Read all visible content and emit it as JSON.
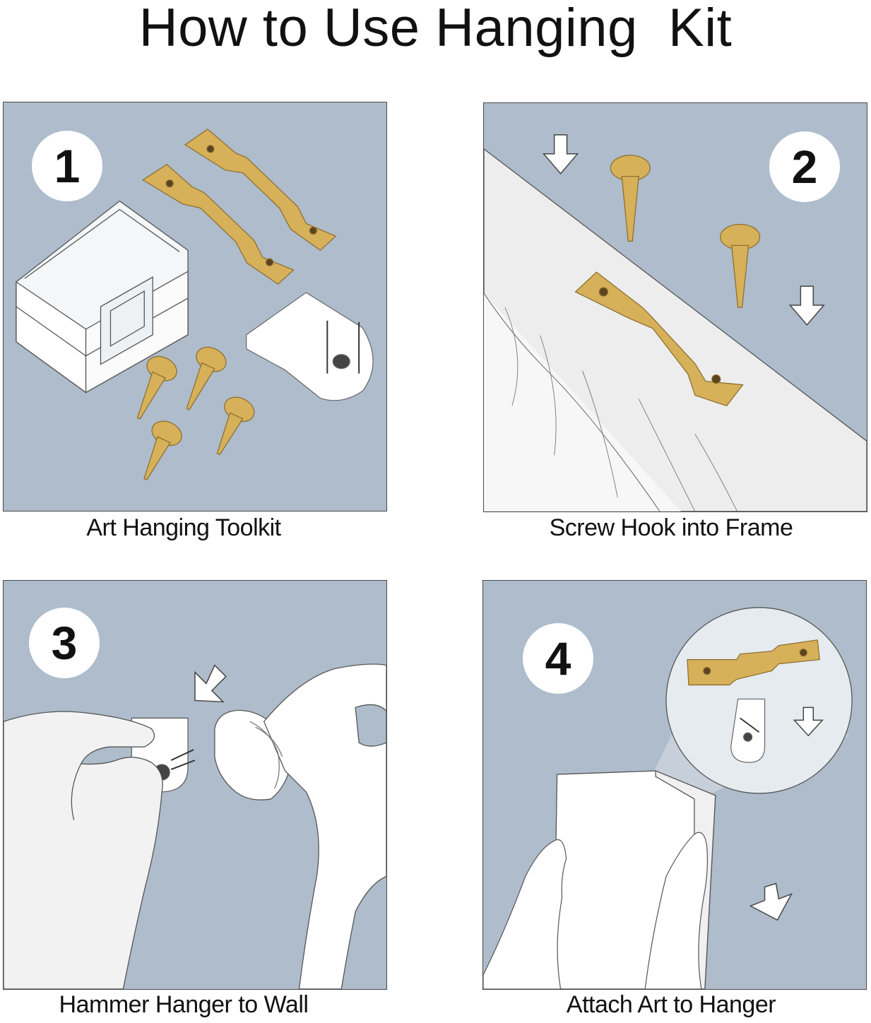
{
  "title": "How to Use Hanging  Kit",
  "steps": [
    {
      "number": "1",
      "caption": "Art Hanging Toolkit"
    },
    {
      "number": "2",
      "caption": "Screw Hook into Frame"
    },
    {
      "number": "3",
      "caption": "Hammer Hanger to Wall"
    },
    {
      "number": "4",
      "caption": "Attach Art to Hanger"
    }
  ],
  "colors": {
    "panel_bg": "#aebccb",
    "brass": "#d6b15a",
    "brass_dark": "#a8843a",
    "outline": "#4a4a4a"
  },
  "icons": [
    "sawtooth-hanger-icon",
    "screw-icon",
    "storage-box-icon",
    "wall-hanger-icon",
    "down-arrow-icon",
    "hand-icon",
    "hammer-icon",
    "frame-icon"
  ]
}
